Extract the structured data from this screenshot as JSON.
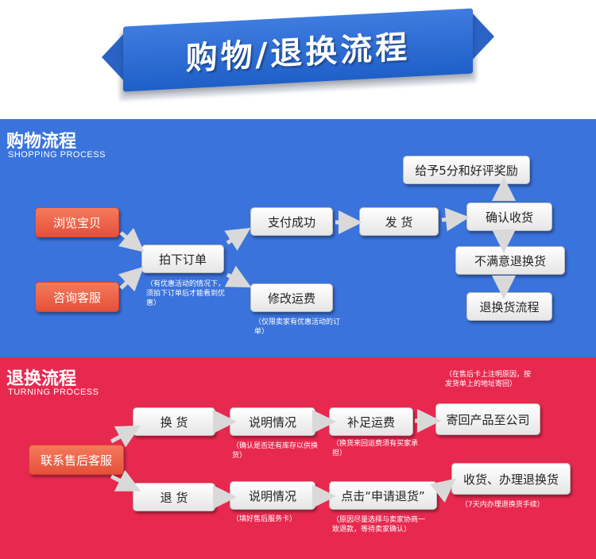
{
  "banner": {
    "title": "购物/退换流程"
  },
  "shopping": {
    "title_cn": "购物流程",
    "title_en": "SHOPPING PROCESS",
    "browse": "浏览宝贝",
    "consult": "咨询客服",
    "order": "拍下订单",
    "order_note": "（有优惠活动的情况下，须拍下订单后才能看到优惠）",
    "pay": "支付成功",
    "modify_shipping": "修改运费",
    "modify_note": "（仅限卖家有优惠活动的订单）",
    "ship": "发 货",
    "confirm": "确认收货",
    "reward": "给予5分和好评奖励",
    "unsatisfied": "不满意退换货",
    "return_process": "退换货流程"
  },
  "returns": {
    "title_cn": "退换流程",
    "title_en": "TURNING PROCESS",
    "contact": "联系售后客服",
    "exchange": "换 货",
    "refund": "退 货",
    "explain1": "说明情况",
    "explain1_note": "（确认是否还有库存以供换货）",
    "explain2": "说明情况",
    "explain2_note": "（填好售后服务卡）",
    "pay_shipping": "补足运费",
    "pay_shipping_note": "（换货来回运费须有买家承担）",
    "mail_back": "寄回产品至公司",
    "mail_note": "（在售后卡上注明原因，按发货单上的地址寄回）",
    "apply": "点击“申请退货”",
    "apply_note": "（原因尽量选择与卖家协商一致退款，等待卖家确认）",
    "receive": "收货、办理退换货",
    "receive_note": "（7天内办理退换货手续）"
  }
}
